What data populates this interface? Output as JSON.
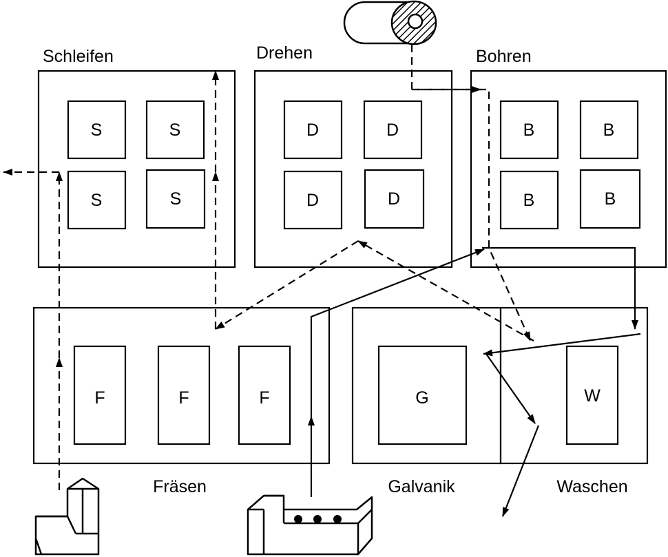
{
  "departments": {
    "schleifen": {
      "label": "Schleifen",
      "machine": "S"
    },
    "drehen": {
      "label": "Drehen",
      "machine": "D"
    },
    "bohren": {
      "label": "Bohren",
      "machine": "B"
    },
    "fraesen": {
      "label": "Fräsen",
      "machine": "F"
    },
    "galvanik": {
      "label": "Galvanik",
      "machine": "G"
    },
    "waschen": {
      "label": "Waschen",
      "machine": "W"
    }
  },
  "line_styles": {
    "dashed_flow": "dashed",
    "solid_flow": "solid"
  },
  "colors": {
    "stroke": "#000000",
    "background": "#ffffff"
  }
}
